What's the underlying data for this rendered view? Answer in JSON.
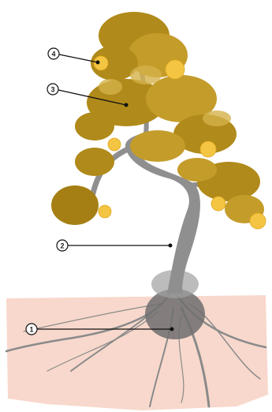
{
  "diagram": {
    "callouts": [
      {
        "number": "1"
      },
      {
        "number": "2"
      },
      {
        "number": "3"
      },
      {
        "number": "4"
      }
    ]
  },
  "colors": {
    "soil": "#f8d8cc",
    "roots": "#8a8a8a",
    "trunk": "#8f8f8f",
    "foliage": "#b08a1a",
    "foliage_light": "#d4b24a",
    "fruit": "#f4c542"
  }
}
